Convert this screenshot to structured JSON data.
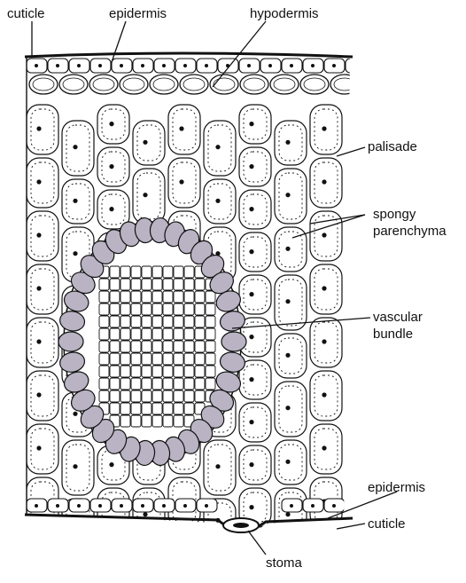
{
  "labels": {
    "cuticle_top": "cuticle",
    "epidermis_top": "epidermis",
    "hypodermis": "hypodermis",
    "palisade": "palisade",
    "spongy_1": "spongy",
    "spongy_2": "parenchyma",
    "vascular_1": "vascular",
    "vascular_2": "bundle",
    "epidermis_bottom": "epidermis",
    "cuticle_bottom": "cuticle",
    "stoma": "stoma"
  },
  "colors": {
    "ink": "#111111",
    "cell_fill": "#ffffff",
    "fibre_fill": "#b9b3c4",
    "background": "#ffffff"
  }
}
